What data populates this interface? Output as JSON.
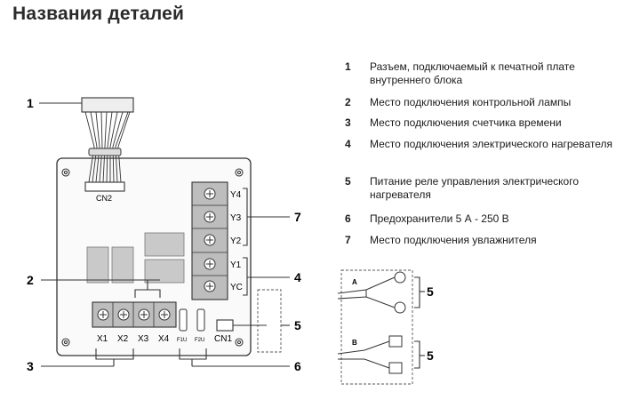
{
  "title": "Названия деталей",
  "legend": [
    {
      "num": "1",
      "text": "Разъем, подключаемый к печатной плате внутреннего блока"
    },
    {
      "num": "2",
      "text": "Место подключения контрольной лампы"
    },
    {
      "num": "3",
      "text": "Место подключения счетчика времени"
    },
    {
      "num": "4",
      "text": "Место подключения электрического нагревателя"
    },
    {
      "num": "5",
      "text": "Питание реле управления электрического нагревателя"
    },
    {
      "num": "6",
      "text": "Предохранители 5 А - 250 В"
    },
    {
      "num": "7",
      "text": "Место подключения увлажнителя"
    }
  ],
  "board": {
    "callouts": [
      "1",
      "2",
      "3",
      "4",
      "5",
      "6",
      "7"
    ],
    "labels": {
      "cn2": "CN2",
      "cn1": "CN1",
      "y4": "Y4",
      "y3": "Y3",
      "y2": "Y2",
      "y1": "Y1",
      "yc": "YC",
      "x1": "X1",
      "x2": "X2",
      "x3": "X3",
      "x4": "X4",
      "f1u": "F1U",
      "f2u": "F2U"
    }
  },
  "side_diagram": {
    "callouts": [
      "5",
      "5"
    ],
    "labels": {
      "a": "A",
      "b": "B"
    }
  }
}
